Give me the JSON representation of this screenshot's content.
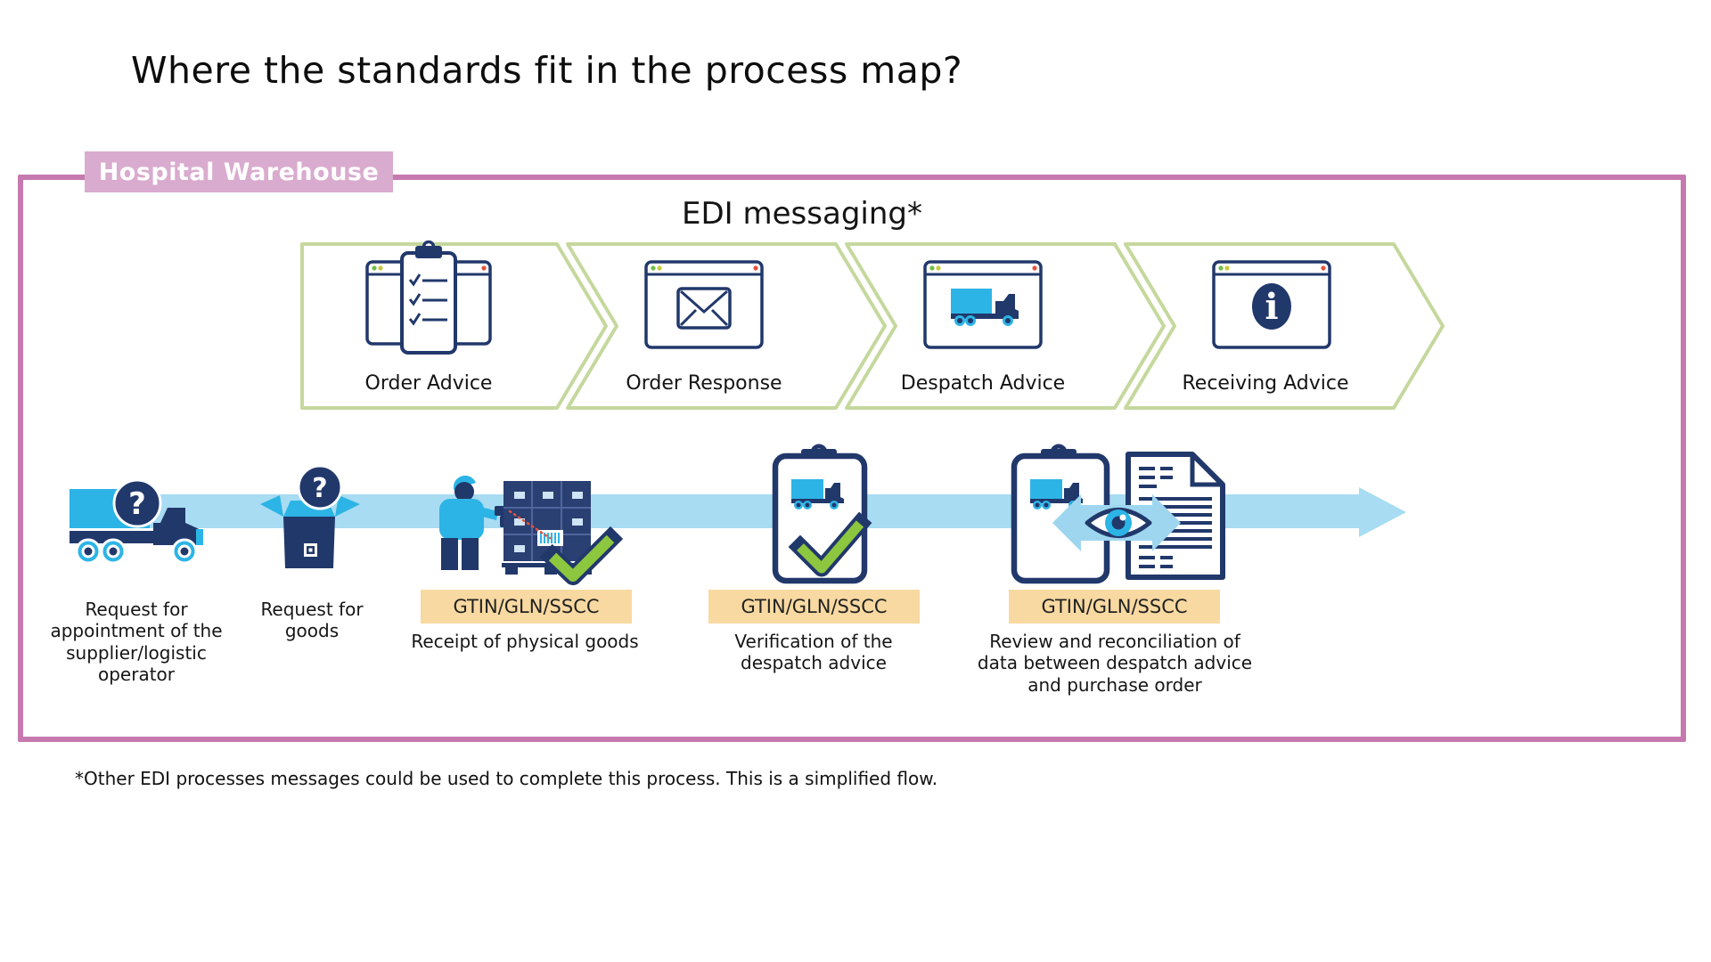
{
  "page": {
    "title": "Where the standards fit in the process map?",
    "footnote": "*Other EDI processes messages could be used to complete this process. This is a simplified flow."
  },
  "warehouse": {
    "tab_label": "Hospital Warehouse",
    "heading": "EDI messaging*"
  },
  "edi_steps": [
    {
      "label": "Order Advice",
      "icon": "clipboard-checklist-window-icon"
    },
    {
      "label": "Order Response",
      "icon": "envelope-window-icon"
    },
    {
      "label": "Despatch Advice",
      "icon": "truck-window-icon"
    },
    {
      "label": "Receiving Advice",
      "icon": "info-window-icon"
    }
  ],
  "process_steps": [
    {
      "label": "Request for appointment of the supplier/logistic operator",
      "icon": "truck-question-icon"
    },
    {
      "label": "Request for goods",
      "icon": "open-box-question-icon"
    },
    {
      "label": "Receipt of physical goods",
      "badge": "GTIN/GLN/SSCC",
      "icon": "scan-pallet-check-icon"
    },
    {
      "label": "Verification of the despatch advice",
      "badge": "GTIN/GLN/SSCC",
      "icon": "clipboard-truck-check-icon"
    },
    {
      "label": "Review and reconciliation of data between despatch advice and purchase order",
      "badge": "GTIN/GLN/SSCC",
      "icon": "clipboard-document-eye-icon"
    }
  ],
  "colors": {
    "navy": "#21386b",
    "cyan": "#2db4e6",
    "band_blue": "#a8dcf2",
    "arrow_blue": "#9ed6f0",
    "chevron_green": "#c5d89d",
    "check_green": "#8dc63f",
    "badge_tan": "#f8d9a1",
    "frame_pink": "#c679ae",
    "tab_pink": "#d9abce",
    "laser_red": "#e2543e"
  }
}
